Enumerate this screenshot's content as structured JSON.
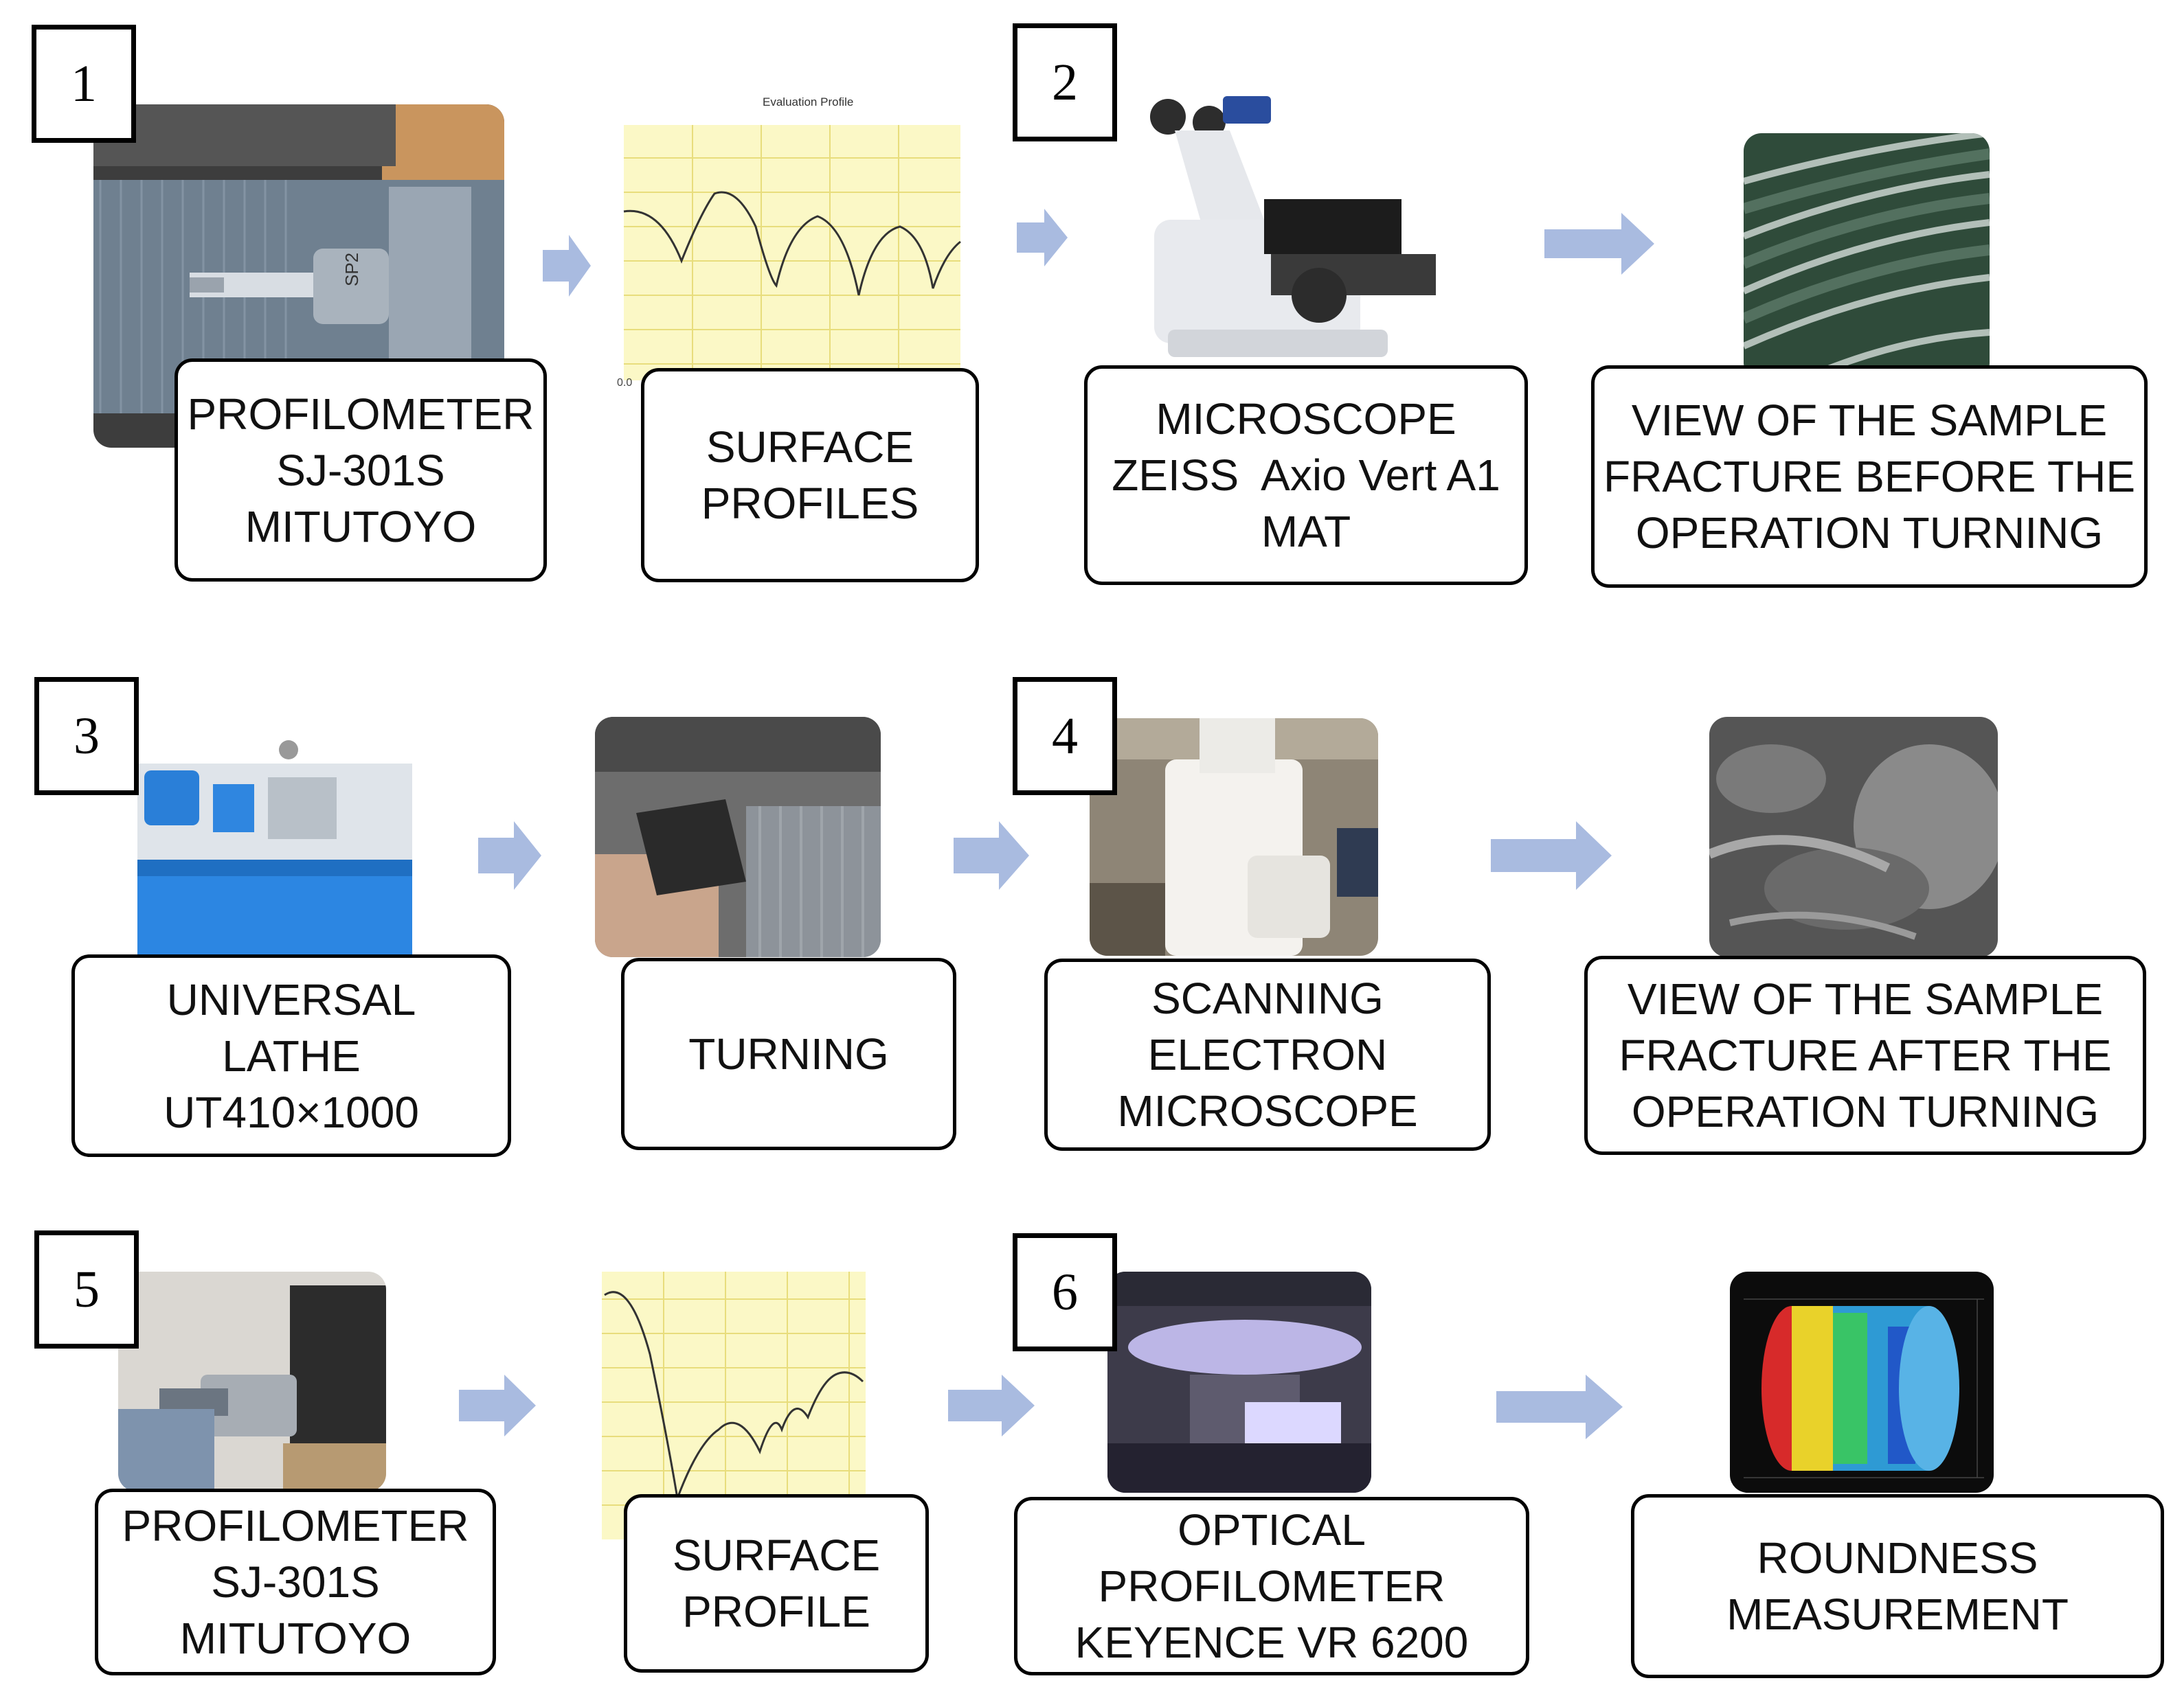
{
  "steps": [
    {
      "number": "1"
    },
    {
      "number": "2"
    },
    {
      "number": "3"
    },
    {
      "number": "4"
    },
    {
      "number": "5"
    },
    {
      "number": "6"
    }
  ],
  "labels": {
    "profilometer_1": [
      "PROFILOMETER",
      "SJ-301S",
      "MITUTOYO"
    ],
    "surface_profiles": [
      "SURFACE",
      "PROFILES"
    ],
    "microscope": [
      "MICROSCOPE",
      "ZEISS  Axio Vert A1",
      "MAT"
    ],
    "view_before": [
      "VIEW OF THE SAMPLE",
      "FRACTURE BEFORE THE",
      "OPERATION TURNING"
    ],
    "lathe": [
      "UNIVERSAL",
      "LATHE",
      "UT410×1000"
    ],
    "turning": [
      "TURNING"
    ],
    "sem": [
      "SCANNING",
      "ELECTRON",
      "MICROSCOPE"
    ],
    "view_after": [
      "VIEW OF THE SAMPLE",
      "FRACTURE AFTER THE",
      "OPERATION TURNING"
    ],
    "profilometer_2": [
      "PROFILOMETER",
      "SJ-301S",
      "MITUTOYO"
    ],
    "surface_profile": [
      "SURFACE",
      "PROFILE"
    ],
    "optical_profilometer": [
      "OPTICAL",
      "PROFILOMETER",
      "KEYENCE VR 6200"
    ],
    "roundness": [
      "ROUNDNESS",
      "MEASUREMENT"
    ]
  },
  "images": {
    "profile_graph_1": {
      "title": "Evaluation Profile",
      "tick": "0.0"
    },
    "sample_sem_stamp": "SP2"
  },
  "colors": {
    "arrow": "#a9bbe0",
    "graph_bg": "#fbf8c6",
    "graph_grid": "#e8dd7c",
    "border": "#000000"
  }
}
